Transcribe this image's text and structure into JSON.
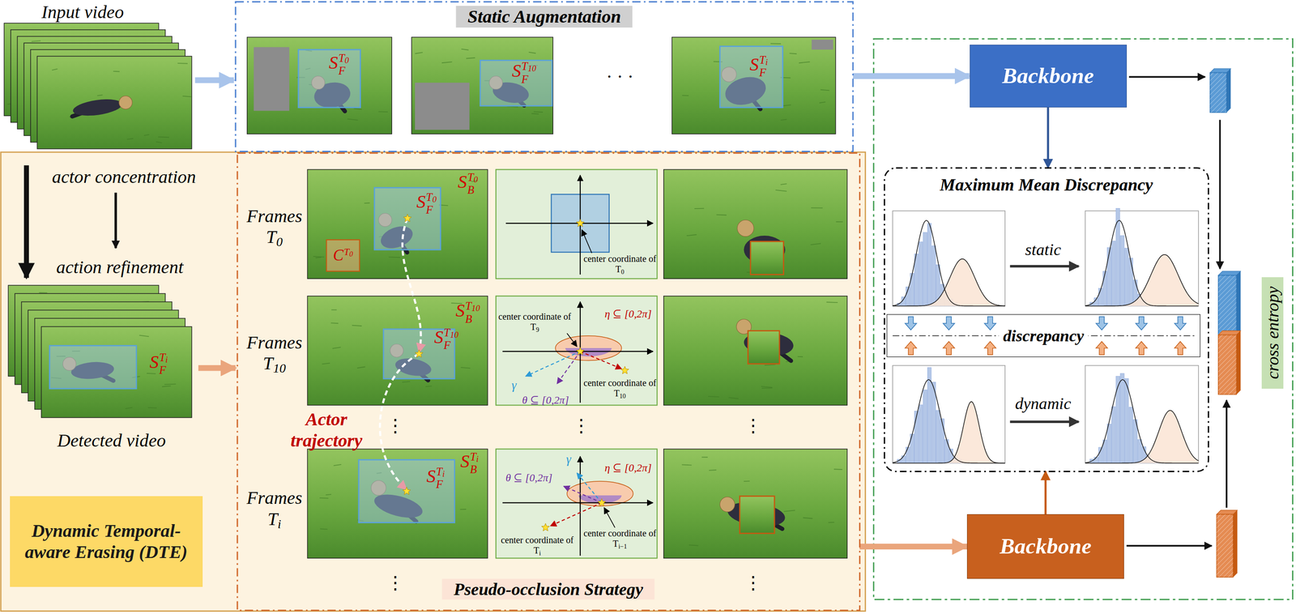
{
  "diagram": {
    "nodes": [
      {
        "text": [
          "Static Augmentation"
        ]
      },
      {
        "text": [
          "Dynamic Temporal-aware Erasing (DTE)"
        ]
      },
      {
        "text": [
          "Pseudo-occlusion Strategy"
        ]
      },
      {
        "text": [
          "Backbone"
        ]
      },
      {
        "text": [
          "Maximum Mean Discrepancy"
        ]
      },
      {
        "text": [
          "discrepancy"
        ],
        "in": 4
      },
      {
        "text": [
          "Backbone"
        ]
      },
      {
        "text": [
          "cross entropy"
        ]
      }
    ],
    "edges": [
      {
        "from": 0,
        "to": 3,
        "arrow": "to"
      },
      {
        "from": 3,
        "to": 4,
        "arrow": "to"
      },
      {
        "from": 2,
        "to": 6,
        "arrow": "to"
      },
      {
        "from": 6,
        "to": 4,
        "arrow": "to"
      }
    ],
    "labels": [
      "Input video",
      "SFT0",
      "SFT10",
      "· · ·",
      "SFTi",
      "actor concentration",
      "action refinement",
      "SFTi",
      "Detected video",
      "Frames T0",
      "SFT0",
      "SBT0",
      "CT0",
      "center coordinate of T0",
      "Frames T10",
      "SBT10",
      "SFT10",
      "center coordinate of T9",
      "η ⊆ [0,2π]",
      "center coordinate of T10",
      "γ",
      "θ ⊆ [0,2π]",
      "Actor trajectory",
      "⋮",
      "⋮",
      "⋮",
      "Frames Ti",
      "SBTi",
      "SFTi",
      "θ ⊆ [0,2π]",
      "γ",
      "η ⊆ [0,2π]",
      "center coordinate of Ti",
      "center coordinate of Ti−1",
      "⋮",
      "⋮",
      "static",
      "dynamic"
    ]
  }
}
